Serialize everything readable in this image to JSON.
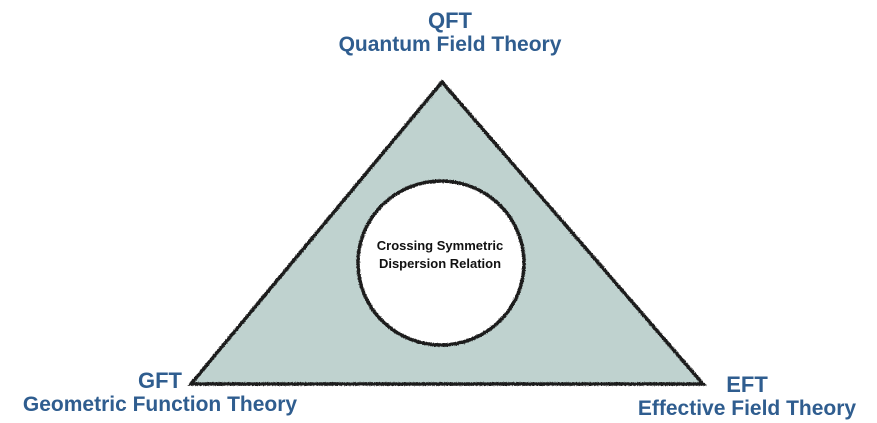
{
  "vertices": {
    "top": {
      "abbr": "QFT",
      "full": "Quantum Field Theory"
    },
    "left": {
      "abbr": "GFT",
      "full": "Geometric Function Theory"
    },
    "right": {
      "abbr": "EFT",
      "full": "Effective Field Theory"
    }
  },
  "center": {
    "line1": "Crossing Symmetric",
    "line2": "Dispersion Relation"
  },
  "colors": {
    "label_text": "#2f5d8f",
    "triangle_fill": "#bfd2cf",
    "outline": "#1a1a1a",
    "ellipse_fill": "#ffffff"
  }
}
